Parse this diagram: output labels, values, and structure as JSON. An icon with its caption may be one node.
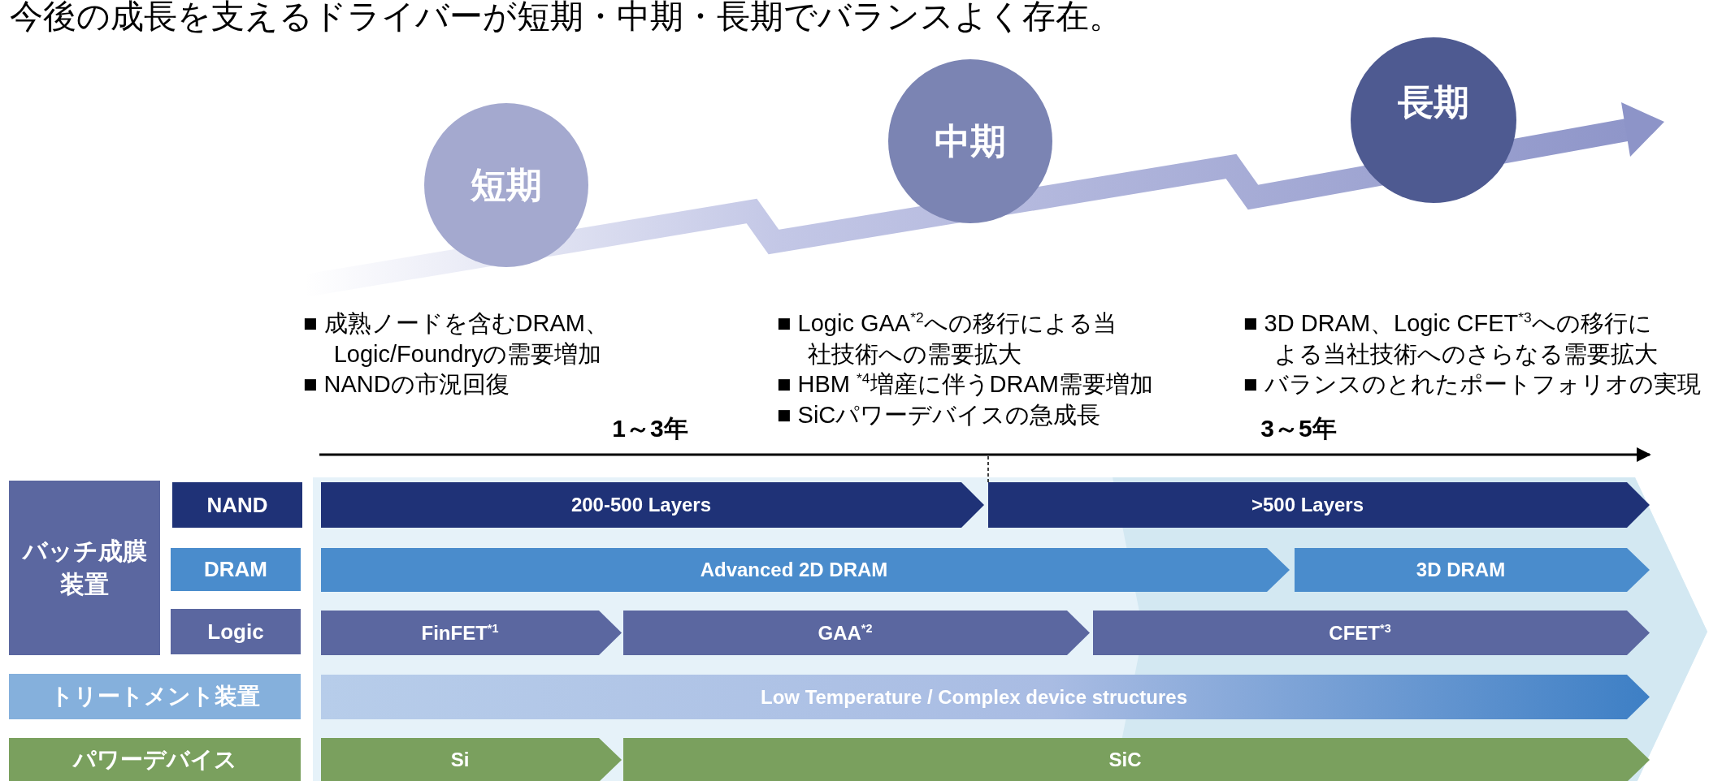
{
  "diagram": {
    "title": "今後の成長を支えるドライバーが短期・中期・長期でバランスよく存在。",
    "nodes": [
      {
        "text": [
          "短期"
        ]
      },
      {
        "text": [
          "中期"
        ]
      },
      {
        "text": [
          "長期"
        ]
      },
      {
        "text": [
          "バッチ成膜装置"
        ]
      },
      {
        "text": [
          "NAND"
        ]
      },
      {
        "text": [
          "DRAM"
        ]
      },
      {
        "text": [
          "Logic"
        ]
      },
      {
        "text": [
          "トリートメント装置"
        ]
      },
      {
        "text": [
          "パワーデバイス"
        ]
      },
      {
        "text": [
          "200-500 Layers"
        ]
      },
      {
        "text": [
          ">500 Layers"
        ]
      },
      {
        "text": [
          "Advanced 2D DRAM"
        ]
      },
      {
        "text": [
          "3D DRAM"
        ]
      },
      {
        "text": [
          "FinFET$^{*1}$"
        ]
      },
      {
        "text": [
          "GAA$^{*2}$"
        ]
      },
      {
        "text": [
          "CFET$^{*3}$"
        ]
      },
      {
        "text": [
          "Low Temperature / Complex device structures"
        ]
      },
      {
        "text": [
          "Si"
        ]
      },
      {
        "text": [
          "SiC"
        ]
      }
    ],
    "labels": [
      "■ 成熟ノードを含むDRAM、Logic/Foundryの需要増加",
      "■ NANDの市況回復",
      "■ Logic GAA$^{*2}$への移行による当社技術への需要拡大",
      "■ HBM $^{*4}$増産に伴うDRAM需要増加",
      "■ SiCパワーデバイスの急成長",
      "■ 3D DRAM、Logic CFET$^{*3}$への移行による当社技術へのさらなる需要拡大",
      "■ バランスのとれたポートフォリオの実現",
      "1～3年",
      "3～5年"
    ]
  }
}
